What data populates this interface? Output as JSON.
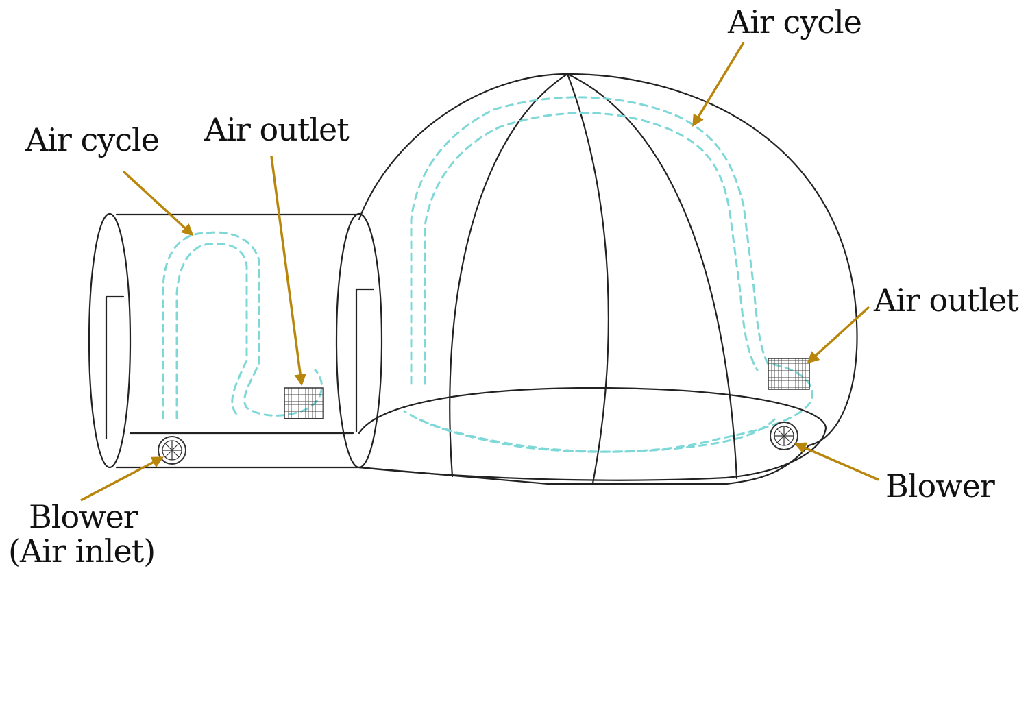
{
  "labels": {
    "air_cycle_top": "Air cycle",
    "air_cycle_left": "Air cycle",
    "air_outlet_left": "Air outlet",
    "air_outlet_right": "Air outlet",
    "blower_left_line1": "Blower",
    "blower_left_line2": "(Air inlet)",
    "blower_right": "Blower"
  },
  "colors": {
    "outline": "#222222",
    "air_flow": "#7fd8d8",
    "arrow": "#b8860b",
    "text": "#111111"
  },
  "icons": {
    "blower": "fan-icon",
    "air_outlet": "grille-icon"
  }
}
